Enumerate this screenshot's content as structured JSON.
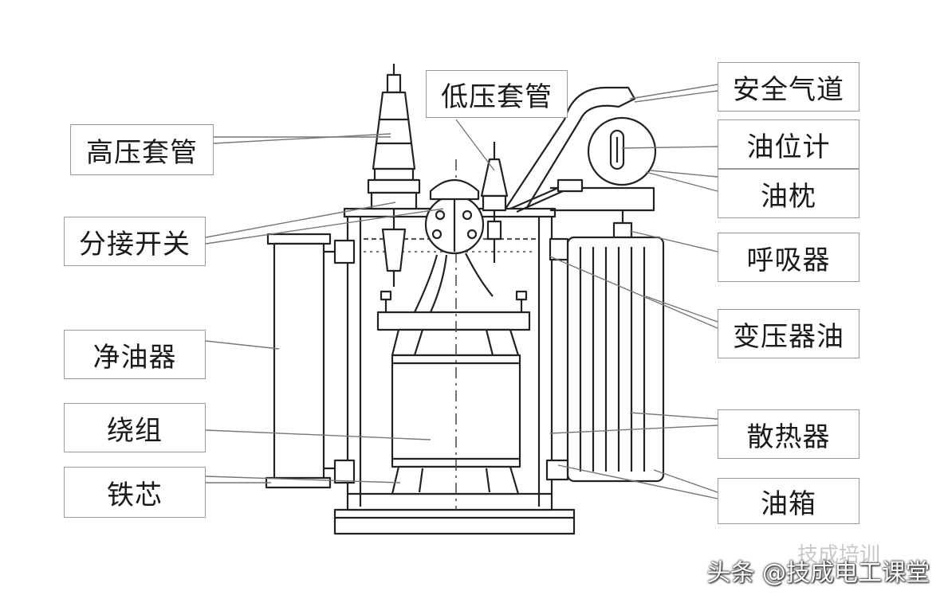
{
  "labels": {
    "hv_bushing": "高压套管",
    "tap_changer": "分接开关",
    "oil_purifier": "净油器",
    "winding": "绕组",
    "core": "铁芯",
    "lv_bushing": "低压套管",
    "safety_vent": "安全气道",
    "oil_gauge": "油位计",
    "conservator": "油枕",
    "breather": "呼吸器",
    "transformer_oil": "变压器油",
    "radiator": "散热器",
    "oil_tank": "油箱"
  },
  "watermark": {
    "text": "头条 @技成电工课堂",
    "faint_text": "技成培训"
  }
}
